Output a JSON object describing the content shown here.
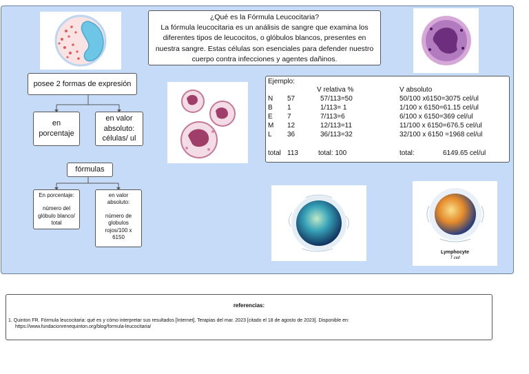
{
  "title": {
    "question": "¿Qué es la Fórmula Leucocitaria?",
    "body": "La fórmula leucocitaria es un análisis de sangre que examina los diferentes tipos de leucocitos, o glóbulos blancos, presentes en nuestra sangre. Estas células son esenciales para defender nuestro cuerpo contra infecciones y agentes dañinos."
  },
  "forms": {
    "root": "posee 2 formas de expresión",
    "left": "en porcentaje",
    "right": "en valor absoluto: células/ ul"
  },
  "formulas": {
    "root": "fórmulas",
    "left_title": "En porcentaje:",
    "left_body": "número del glóbulo blanco/ total",
    "right_title": "en valor absoluto:",
    "right_body": "número de globulos rojos/100 x 6150"
  },
  "example": {
    "heading": "Ejemplo:",
    "col_rel": "V relativa %",
    "col_abs": "V absoluto",
    "rows": [
      {
        "code": "N",
        "count": "57",
        "rel": "57/113=50",
        "abs": "50/100 x6150=3075 cel/ul"
      },
      {
        "code": "B",
        "count": "1",
        "rel": "1/113= 1",
        "abs": "1/100 x 6150=61.15 cel/ul"
      },
      {
        "code": "E",
        "count": "7",
        "rel": "7/113=6",
        "abs": "6/100 x 6150=369 cel/ul"
      },
      {
        "code": "M",
        "count": "12",
        "rel": "12/113=11",
        "abs": "11/100 x 6150=676.5 cel/ul"
      },
      {
        "code": "L",
        "count": "36",
        "rel": "36/113=32",
        "abs": "32/100 x 6150 =1968 cel/ul"
      }
    ],
    "total_label": "total",
    "total_count": "113",
    "total_rel": "total: 100",
    "total_abs_label": "total:",
    "total_abs": "6149.65 cel/ul"
  },
  "images": {
    "lymphocyte_label": "Lymphocyte",
    "lymphocyte_sub": "T cell"
  },
  "references": {
    "heading": "referencias:",
    "entry": "1. Quinton FR. Fórmula leucocitaria: qué es y cómo interpretar sus resultados [Internet]. Terapias del mar. 2023 [citado el 18 de agosto de 2023]. Disponible en:",
    "url": "https://www.fundacionrenequinton.org/blog/formula-leucocitaria/"
  },
  "colors": {
    "panel_bg": "#c6dbf7",
    "box_border": "#555555"
  }
}
